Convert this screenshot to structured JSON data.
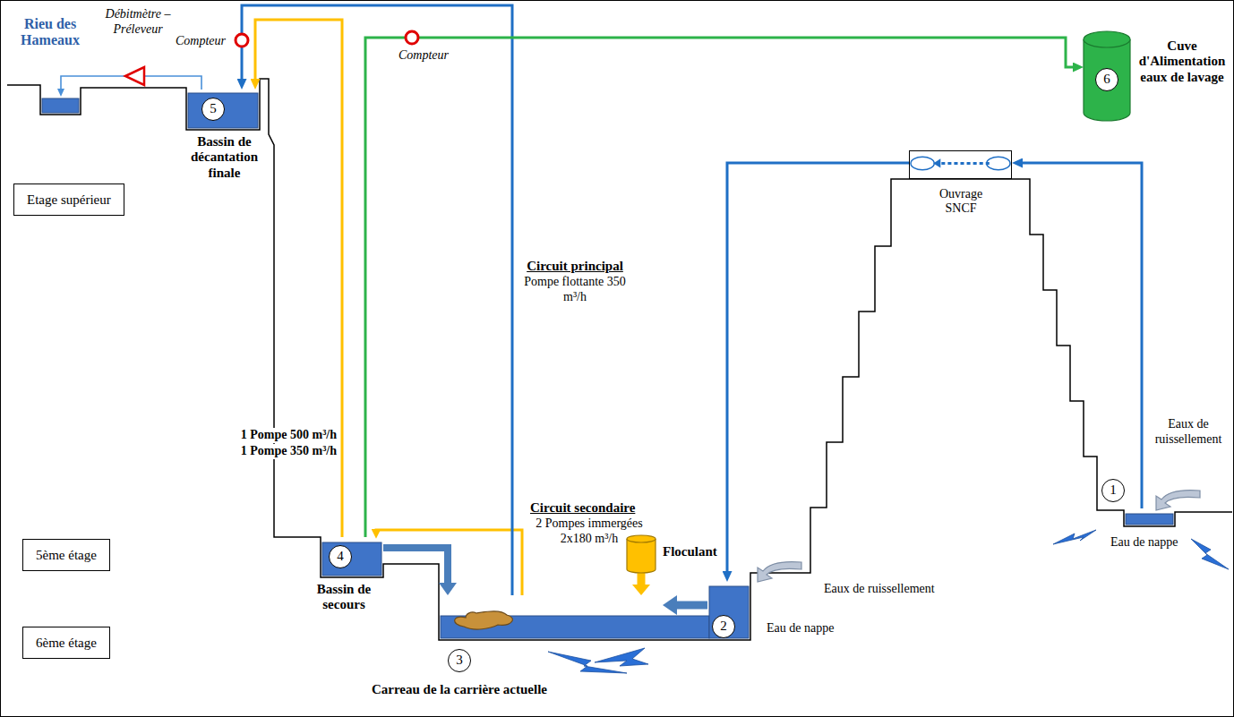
{
  "diagram": {
    "nodes": [
      {
        "text": [
          "Rieu des Hameaux"
        ]
      },
      {
        "text": [
          "5",
          "Bassin de décantation finale"
        ]
      },
      {
        "text": [
          "Etage supérieur"
        ]
      },
      {
        "text": [
          "5ème étage"
        ]
      },
      {
        "text": [
          "6ème étage"
        ]
      },
      {
        "text": [
          "4",
          "Bassin de secours"
        ]
      },
      {
        "text": [
          "Floculant"
        ]
      },
      {
        "text": [
          "3",
          "Carreau de la carrière actuelle"
        ]
      },
      {
        "text": [
          "2",
          "Eau de nappe"
        ]
      },
      {
        "text": [
          "Ouvrage SNCF"
        ]
      },
      {
        "text": [
          "1",
          "Eau de nappe"
        ]
      },
      {
        "text": [
          "6",
          "Cuve d'Alimentation eaux de lavage"
        ]
      }
    ],
    "edges": [
      {
        "from": 10,
        "to": 9,
        "arrow": "to"
      },
      {
        "from": 9,
        "to": 8,
        "arrow": "to"
      },
      {
        "from": 8,
        "to": 7,
        "arrow": "to"
      },
      {
        "from": 6,
        "to": 7,
        "arrow": "to"
      },
      {
        "from": 5,
        "to": 7,
        "arrow": "to"
      },
      {
        "from": 7,
        "to": 5,
        "arrow": "to"
      },
      {
        "from": 7,
        "to": 1,
        "arrow": "to"
      },
      {
        "from": 5,
        "to": 1,
        "arrow": "to"
      },
      {
        "from": 5,
        "to": 11,
        "arrow": "to"
      },
      {
        "from": 1,
        "to": 0,
        "arrow": "to"
      }
    ],
    "labels": [
      "Débitmètre – Préleveur",
      "Compteur",
      "Compteur",
      "Circuit principal",
      "Pompe flottante 350 m³/h",
      "1 Pompe 500 m³/h",
      "1 Pompe 350 m³/h",
      "Circuit secondaire",
      "2 Pompes immergées 2x180 m³/h",
      "Eaux de ruissellement",
      "Eaux de ruissellement"
    ]
  }
}
